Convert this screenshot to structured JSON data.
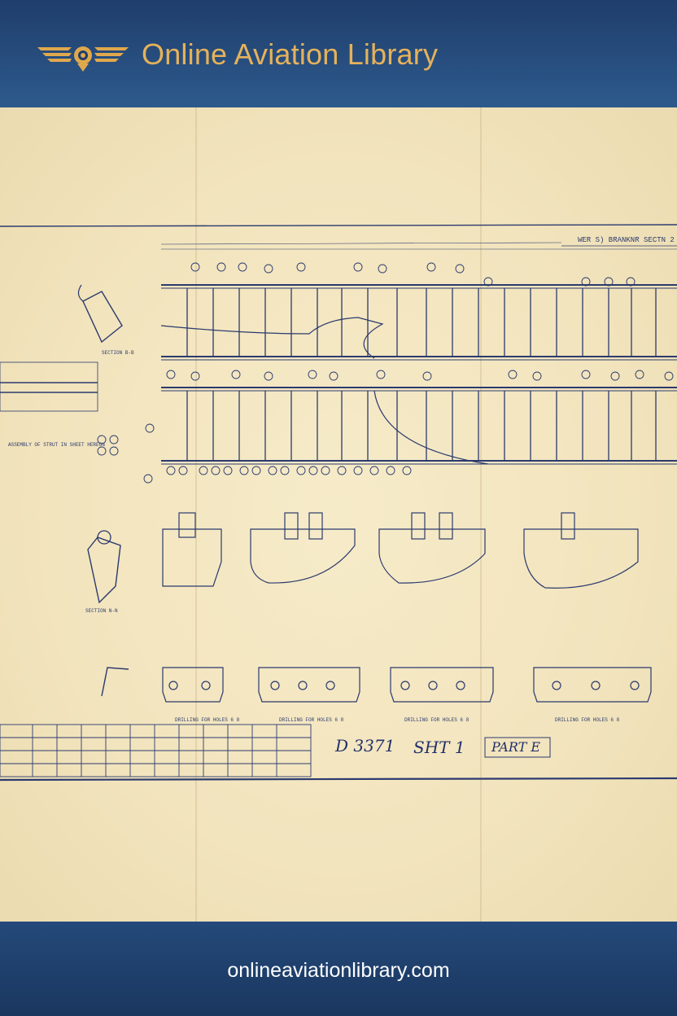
{
  "header": {
    "site_title": "Online Aviation Library"
  },
  "drawing": {
    "title_block": "WER S) BRANKNR SECTN 2",
    "sheet_number": "D 3371",
    "sheet_label": "SHT 1",
    "part_label": "PART E",
    "labels": {
      "section_left": "SECTION B-B",
      "assembly": "ASSEMBLY OF STRUT IN SHEET HEREON",
      "section_bottom": "SECTION N-N",
      "drill_1": "DRILLING FOR HOLES 6 8",
      "drill_2": "DRILLING FOR HOLES 6 8",
      "drill_3": "DRILLING FOR HOLES 6 8",
      "drill_4": "DRILLING FOR HOLES 6 8"
    }
  },
  "footer": {
    "site_url": "onlineaviationlibrary.com"
  },
  "colors": {
    "header_bg": "#1f3e6c",
    "title_gold": "#e6b25a",
    "paper": "#f3e7c4",
    "ink": "#2b3a6e"
  }
}
